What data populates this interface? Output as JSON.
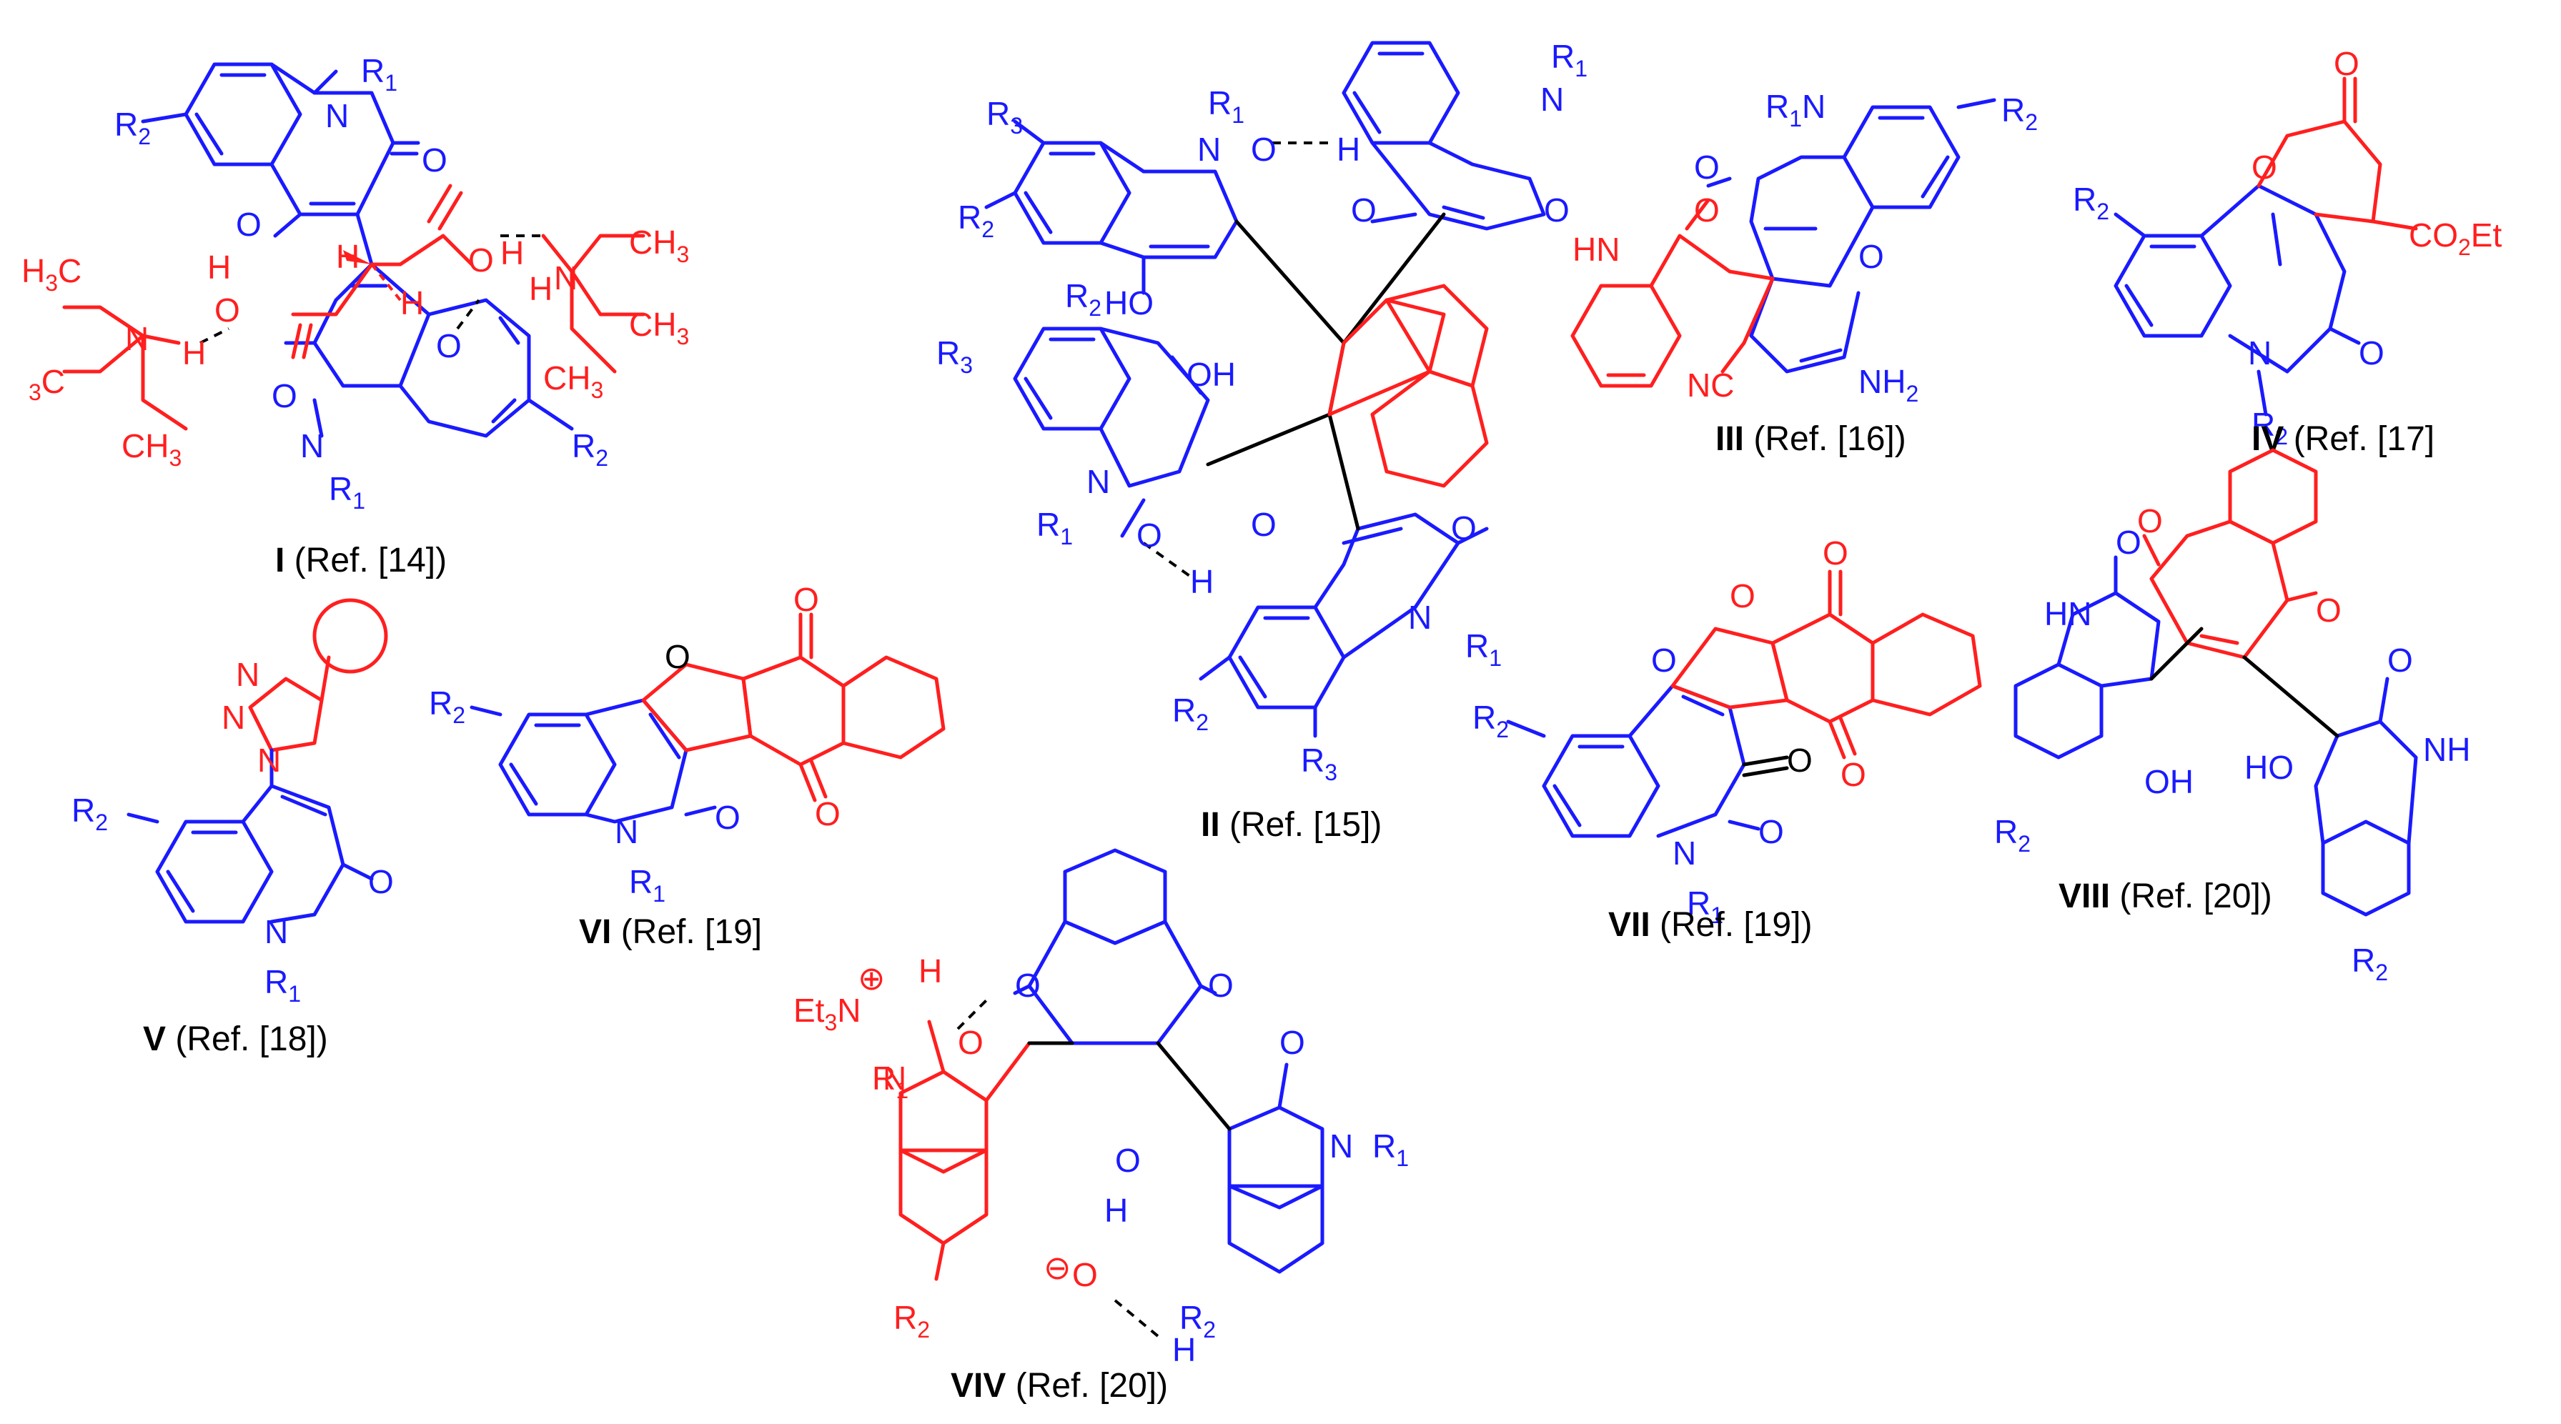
{
  "captions": {
    "I": {
      "id": "I",
      "ref": " (Ref. [14])"
    },
    "II": {
      "id": "II",
      "ref": " (Ref. [15])"
    },
    "III": {
      "id": "III",
      "ref": " (Ref. [16])"
    },
    "IV": {
      "id": "IV",
      "ref": " (Ref. [17]"
    },
    "V": {
      "id": "V",
      "ref": " (Ref. [18])"
    },
    "VI": {
      "id": "VI",
      "ref": " (Ref. [19]"
    },
    "VII": {
      "id": "VII",
      "ref": " (Ref. [19])"
    },
    "VIII": {
      "id": "VIII",
      "ref": " (Ref. [20])"
    },
    "VIV": {
      "id": "VIV",
      "ref": " (Ref. [20])"
    }
  },
  "atoms": {
    "N": "N",
    "O": "O",
    "H": "H",
    "OH": "OH",
    "HO": "HO",
    "HN": "HN",
    "NH": "NH",
    "R": "R",
    "s1": "1",
    "s2": "2",
    "s3": "3",
    "H3C": "H",
    "C": "C",
    "CH3": "CH",
    "NC": "NC",
    "NH2": "NH",
    "CO2Et": "CO",
    "Et": "Et",
    "Et3N": "Et",
    "plus": "⊕",
    "minus": "⊖",
    "sub3": "3",
    "sub2": "2"
  },
  "colors": {
    "blue": "#1a1aff",
    "red": "#ff1f1f",
    "black": "#000000"
  }
}
